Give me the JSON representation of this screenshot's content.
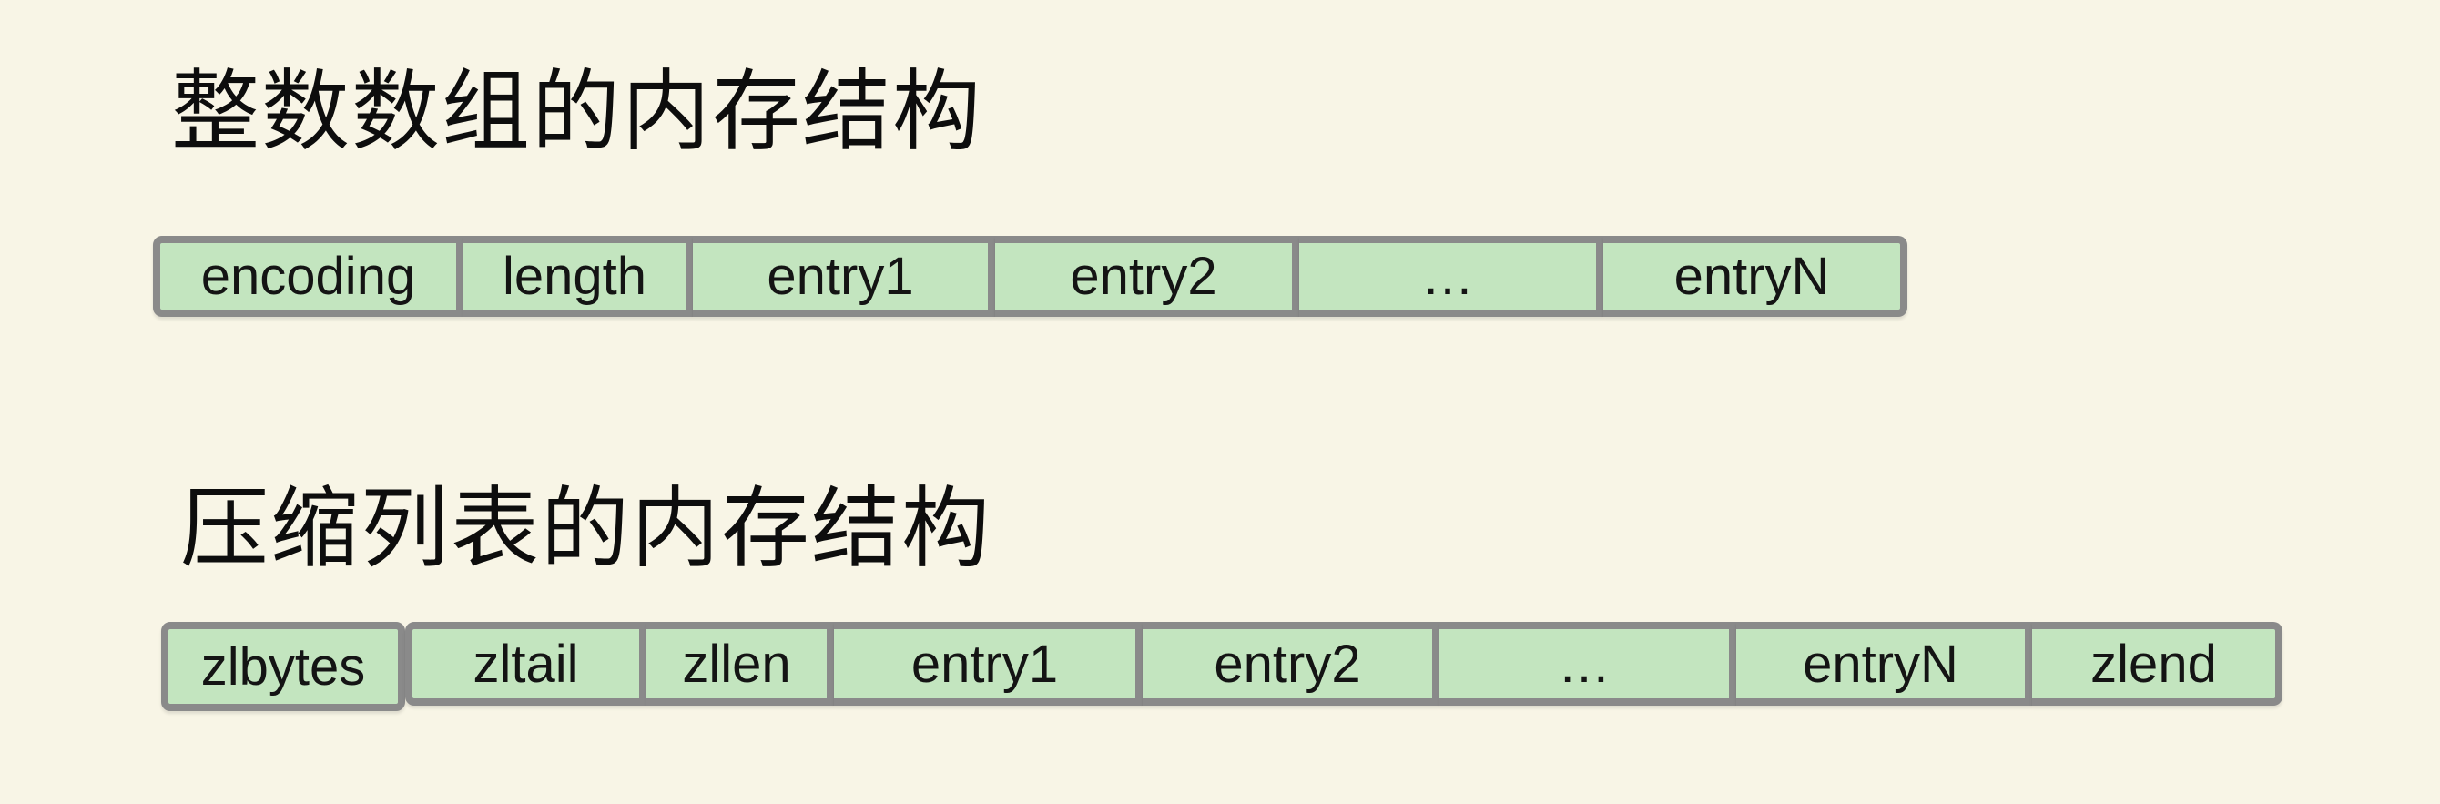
{
  "colors": {
    "background": "#f8f5e6",
    "cell_fill": "#c3e5bf",
    "cell_border": "#8a8a8a",
    "text": "#141414"
  },
  "sections": [
    {
      "title": "整数数组的内存结构",
      "cells": [
        "encoding",
        "length",
        "entry1",
        "entry2",
        "…",
        "entryN"
      ]
    },
    {
      "title": "压缩列表的内存结构",
      "cells": [
        "zlbytes",
        "zltail",
        "zllen",
        "entry1",
        "entry2",
        "…",
        "entryN",
        "zlend"
      ]
    }
  ]
}
